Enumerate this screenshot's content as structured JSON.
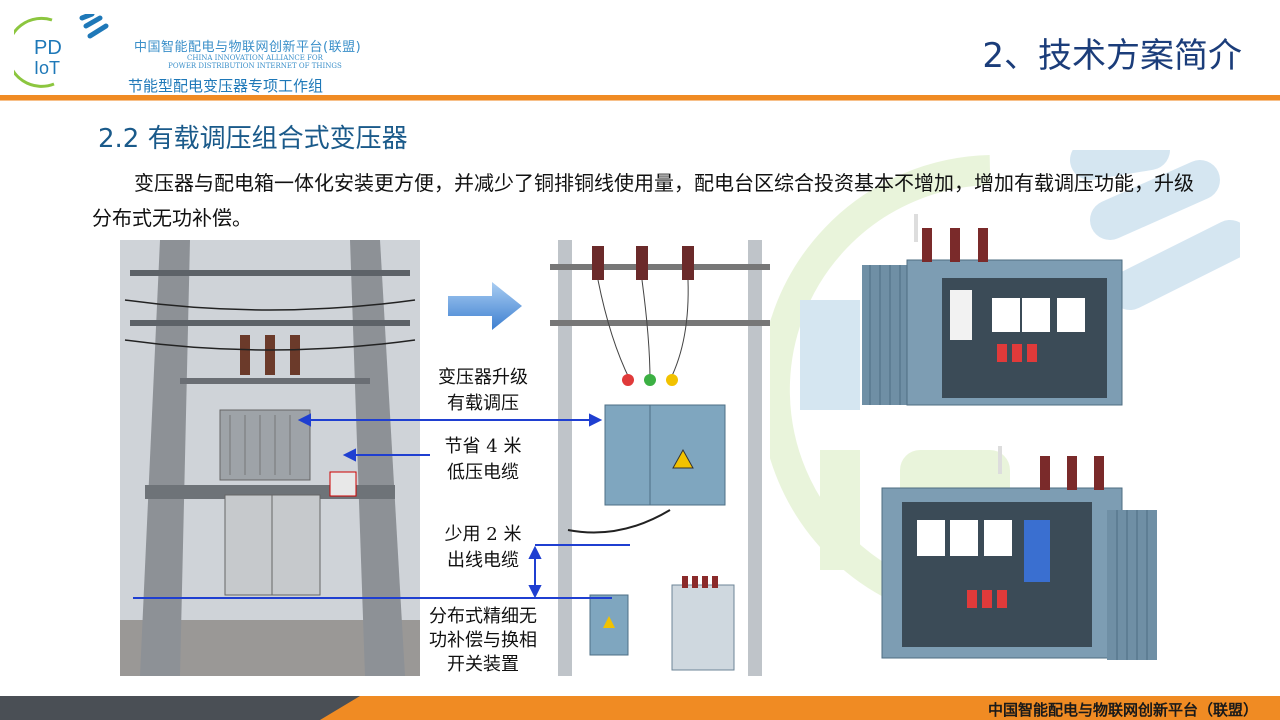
{
  "header": {
    "logo_text_top": "PD",
    "logo_text_bottom": "IoT",
    "org_cn": "中国智能配电与物联网创新平台(联盟)",
    "org_en_line1": "CHINA INNOVATION ALLIANCE FOR",
    "org_en_line2": "POWER DISTRIBUTION INTERNET OF THINGS",
    "working_group": "节能型配电变压器专项工作组",
    "slide_title": "2、技术方案简介"
  },
  "section": {
    "title": "2.2 有载调压组合式变压器",
    "paragraph": "变压器与配电箱一体化安装更方便，并减少了铜排铜线使用量，配电台区综合投资基本不增加，增加有载调压功能，升级分布式无功补偿。"
  },
  "annotations": {
    "upgrade_line1": "变压器升级",
    "upgrade_line2": "有载调压",
    "save_cable_line1": "节省 4 米",
    "save_cable_line2": "低压电缆",
    "less_cable_line1": "少用 2 米",
    "less_cable_line2": "出线电缆",
    "compensation_line1": "分布式精细无",
    "compensation_line2": "功补偿与换相",
    "compensation_line3": "开关装置"
  },
  "footer": {
    "text": "中国智能配电与物联网创新平台（联盟）"
  },
  "colors": {
    "accent_orange": "#f08b23",
    "title_blue": "#1b3d7a",
    "org_blue": "#3a8fc9",
    "pointer_blue": "#1f3fd1"
  }
}
